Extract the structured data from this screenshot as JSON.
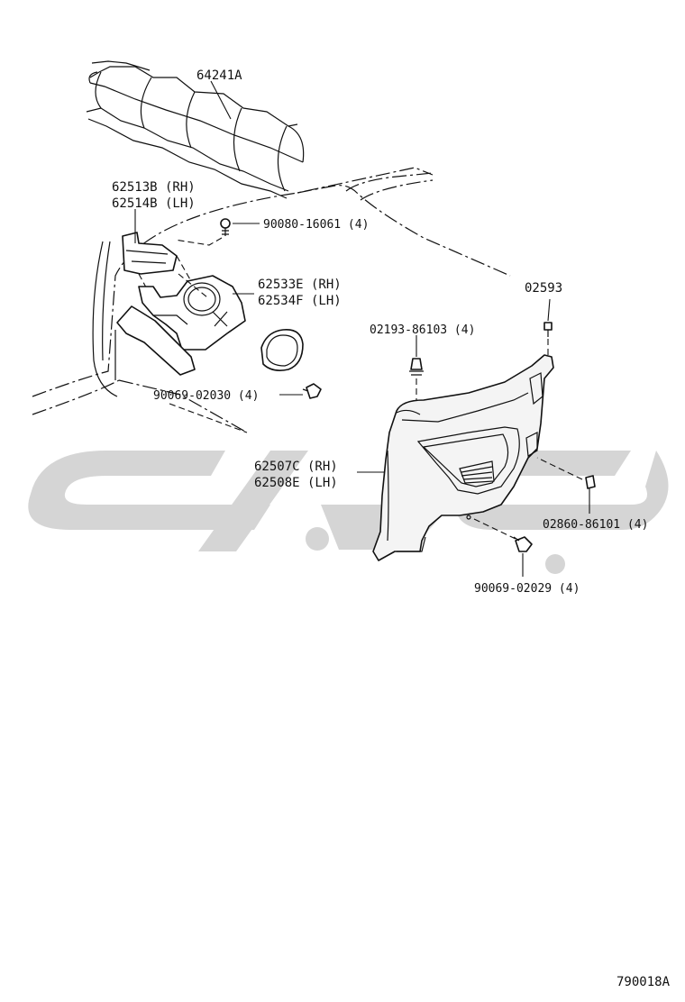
{
  "labels": {
    "net": "64241A",
    "bracket_rh": "62513B (RH)",
    "bracket_lh": "62514B (LH)",
    "clip_top": "90080-16061 (4)",
    "speaker_box_rh": "62533E (RH)",
    "speaker_box_lh": "62534F (LH)",
    "screw_left": "90069-02030 (4)",
    "screw_top_right": "02593",
    "clip_panel": "02193-86103 (4)",
    "panel_rh": "62507C (RH)",
    "panel_lh": "62508E (LH)",
    "clip_right": "02860-86101 (4)",
    "screw_bottom": "90069-02029 (4)",
    "diagram_code": "790018A"
  },
  "colors": {
    "line": "#111111",
    "watermark": "#d5d5d5",
    "background": "#ffffff"
  }
}
